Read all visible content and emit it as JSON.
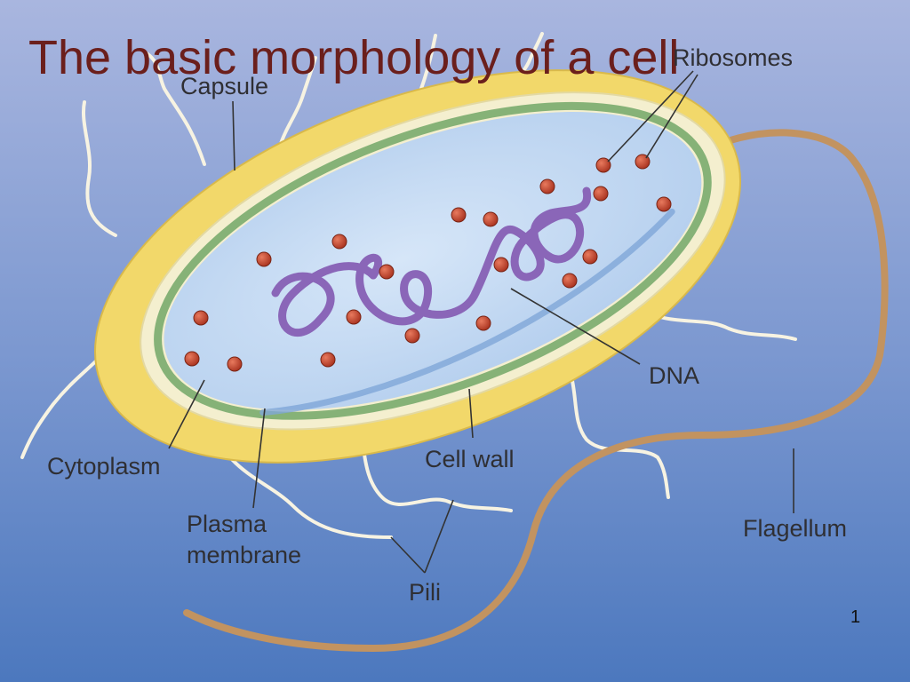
{
  "slide": {
    "title": "The basic morphology of a cell",
    "page_number": "1"
  },
  "labels": {
    "capsule": "Capsule",
    "ribosomes": "Ribosomes",
    "dna": "DNA",
    "cell_wall": "Cell wall",
    "cytoplasm": "Cytoplasm",
    "plasma_membrane_line1": "Plasma",
    "plasma_membrane_line2": "membrane",
    "pili": "Pili",
    "flagellum": "Flagellum"
  },
  "colors": {
    "title": "#6b1f1c",
    "background_top": "#a9b6df",
    "background_bottom": "#4c78be",
    "capsule": "#f2d86a",
    "cell_wall": "#f4efcf",
    "plasma_membrane": "#86b277",
    "cytoplasm": "#c4daf3",
    "dna": "#8a66b8",
    "ribosome": "#c5432c",
    "flagellum": "#c29360",
    "pili": "#f7f3e2"
  }
}
